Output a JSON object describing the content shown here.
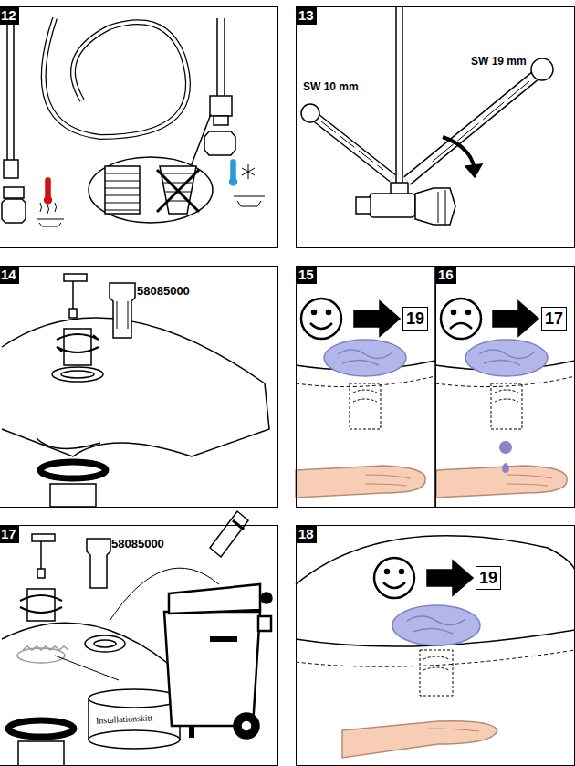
{
  "diagram": {
    "nodes": [
      {
        "text": [
          "12"
        ]
      },
      {
        "text": [
          "13"
        ]
      },
      {
        "text": [
          "14"
        ]
      },
      {
        "text": [
          "15"
        ]
      },
      {
        "text": [
          "16"
        ]
      },
      {
        "text": [
          "17"
        ]
      },
      {
        "text": [
          "18"
        ]
      }
    ],
    "labels": [
      "SW 10 mm",
      "SW 19 mm",
      "58085000",
      "19",
      "17",
      "58085000",
      "Installationskitt",
      "19"
    ]
  }
}
